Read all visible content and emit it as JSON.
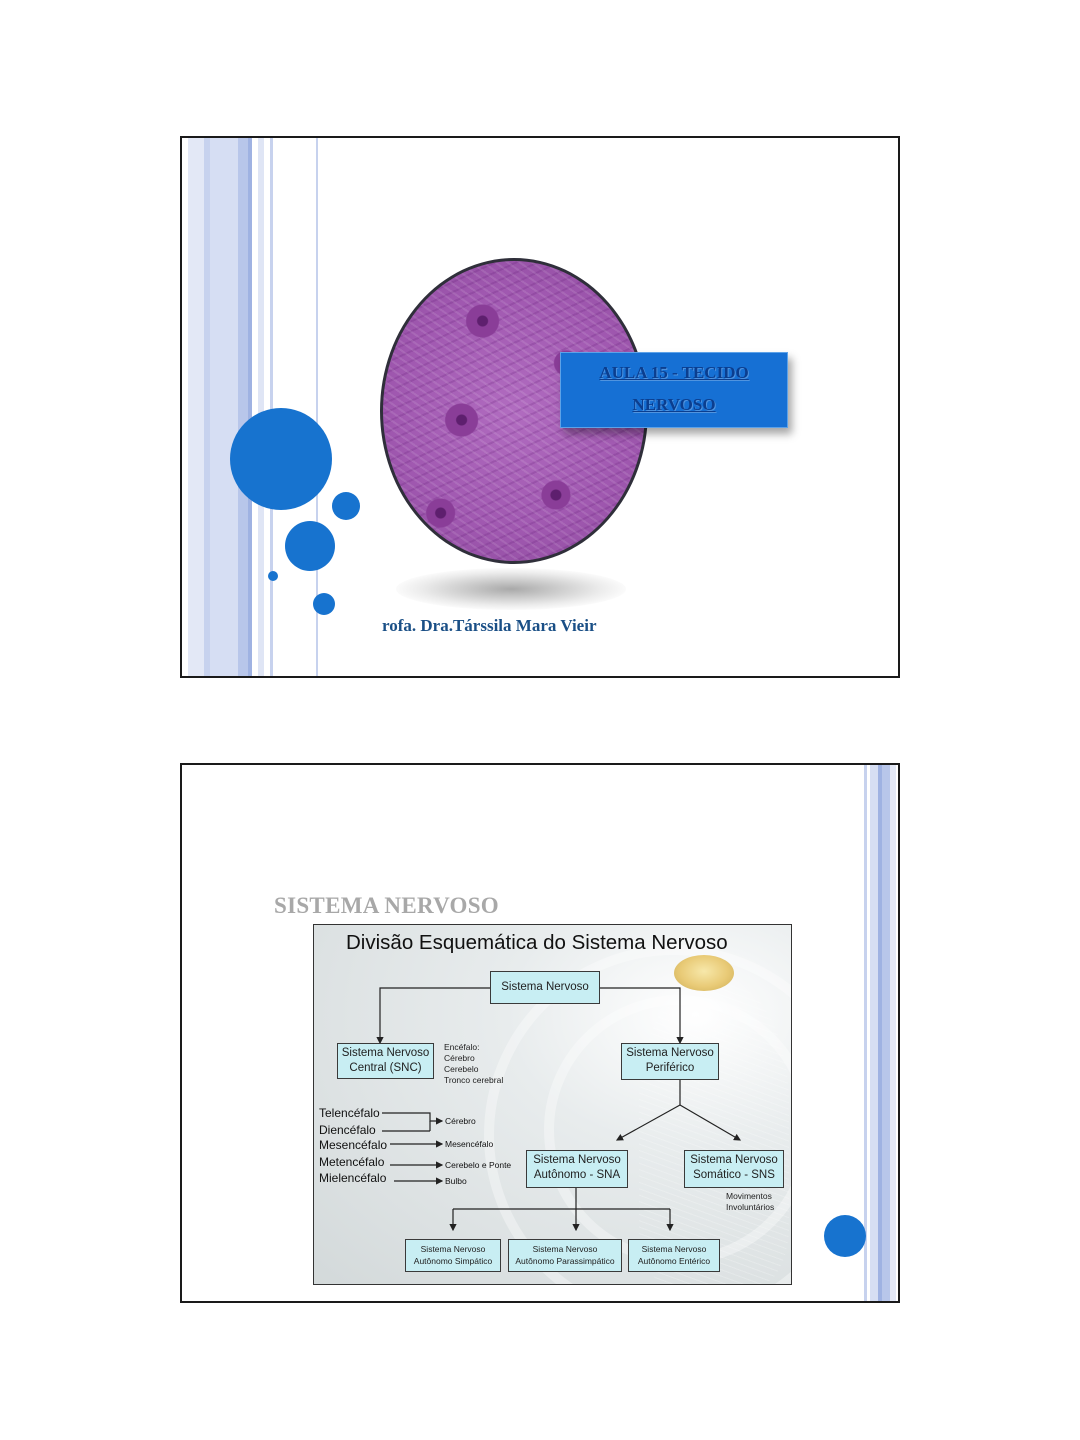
{
  "slide1": {
    "title_line1": "AULA 15 - TECIDO",
    "title_line2": "NERVOSO",
    "author": "rofa. Dra.Társsila Mara Vieir"
  },
  "slide2": {
    "title": "SISTEMA NERVOSO",
    "diagram": {
      "title": "Divisão Esquemática do Sistema Nervoso",
      "root": "Sistema Nervoso",
      "central": [
        "Sistema Nervoso",
        "Central (SNC)"
      ],
      "peripheral": [
        "Sistema Nervoso",
        "Periférico"
      ],
      "encephalon_note": [
        "Encéfalo:",
        "Cérebro",
        "Cerebelo",
        "Tronco cerebral"
      ],
      "regions": [
        {
          "label": "Telencéfalo",
          "target": "Cérebro"
        },
        {
          "label": "Diencéfalo",
          "target": ""
        },
        {
          "label": "Mesencéfalo",
          "target": "Mesencéfalo"
        },
        {
          "label": "Metencéfalo",
          "target": "Cerebelo e Ponte"
        },
        {
          "label": "Mielencéfalo",
          "target": "Bulbo"
        }
      ],
      "autonomic": [
        "Sistema Nervoso",
        "Autônomo - SNA"
      ],
      "somatic": [
        "Sistema Nervoso",
        "Somático - SNS"
      ],
      "somatic_note": [
        "Movimentos",
        "Involuntários"
      ],
      "subdivisions": [
        [
          "Sistema Nervoso",
          "Autônomo Simpático"
        ],
        [
          "Sistema Nervoso",
          "Autônomo Parassimpático"
        ],
        [
          "Sistema Nervoso",
          "Autônomo Entérico"
        ]
      ]
    }
  },
  "colors": {
    "accent_blue": "#1773cf",
    "title_box": "#1670d4",
    "diagram_box": "#c8eef3"
  }
}
